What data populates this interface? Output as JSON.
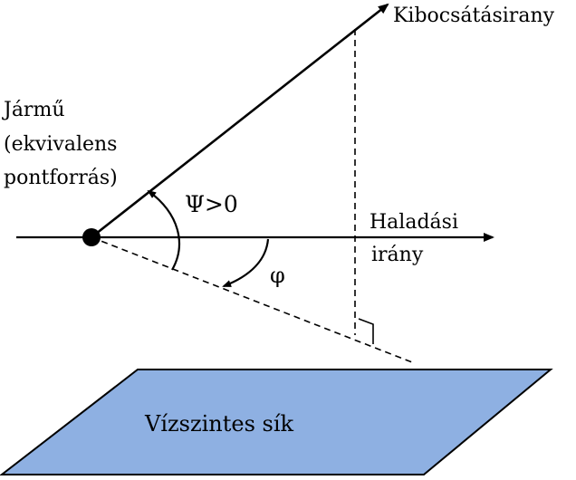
{
  "labels": {
    "emission_direction": "Kibocsátásirany",
    "vehicle_line1": "Jármű",
    "vehicle_line2": "(ekvivalens",
    "vehicle_line3": "pontforrás)",
    "psi_angle": "Ψ>0",
    "phi_angle": "φ",
    "travel_line1": "Haladási",
    "travel_line2": "irány",
    "horizontal_plane": "Vízszintes sík"
  },
  "colors": {
    "plane_fill": "#8eb0e2",
    "ink": "#000000"
  }
}
